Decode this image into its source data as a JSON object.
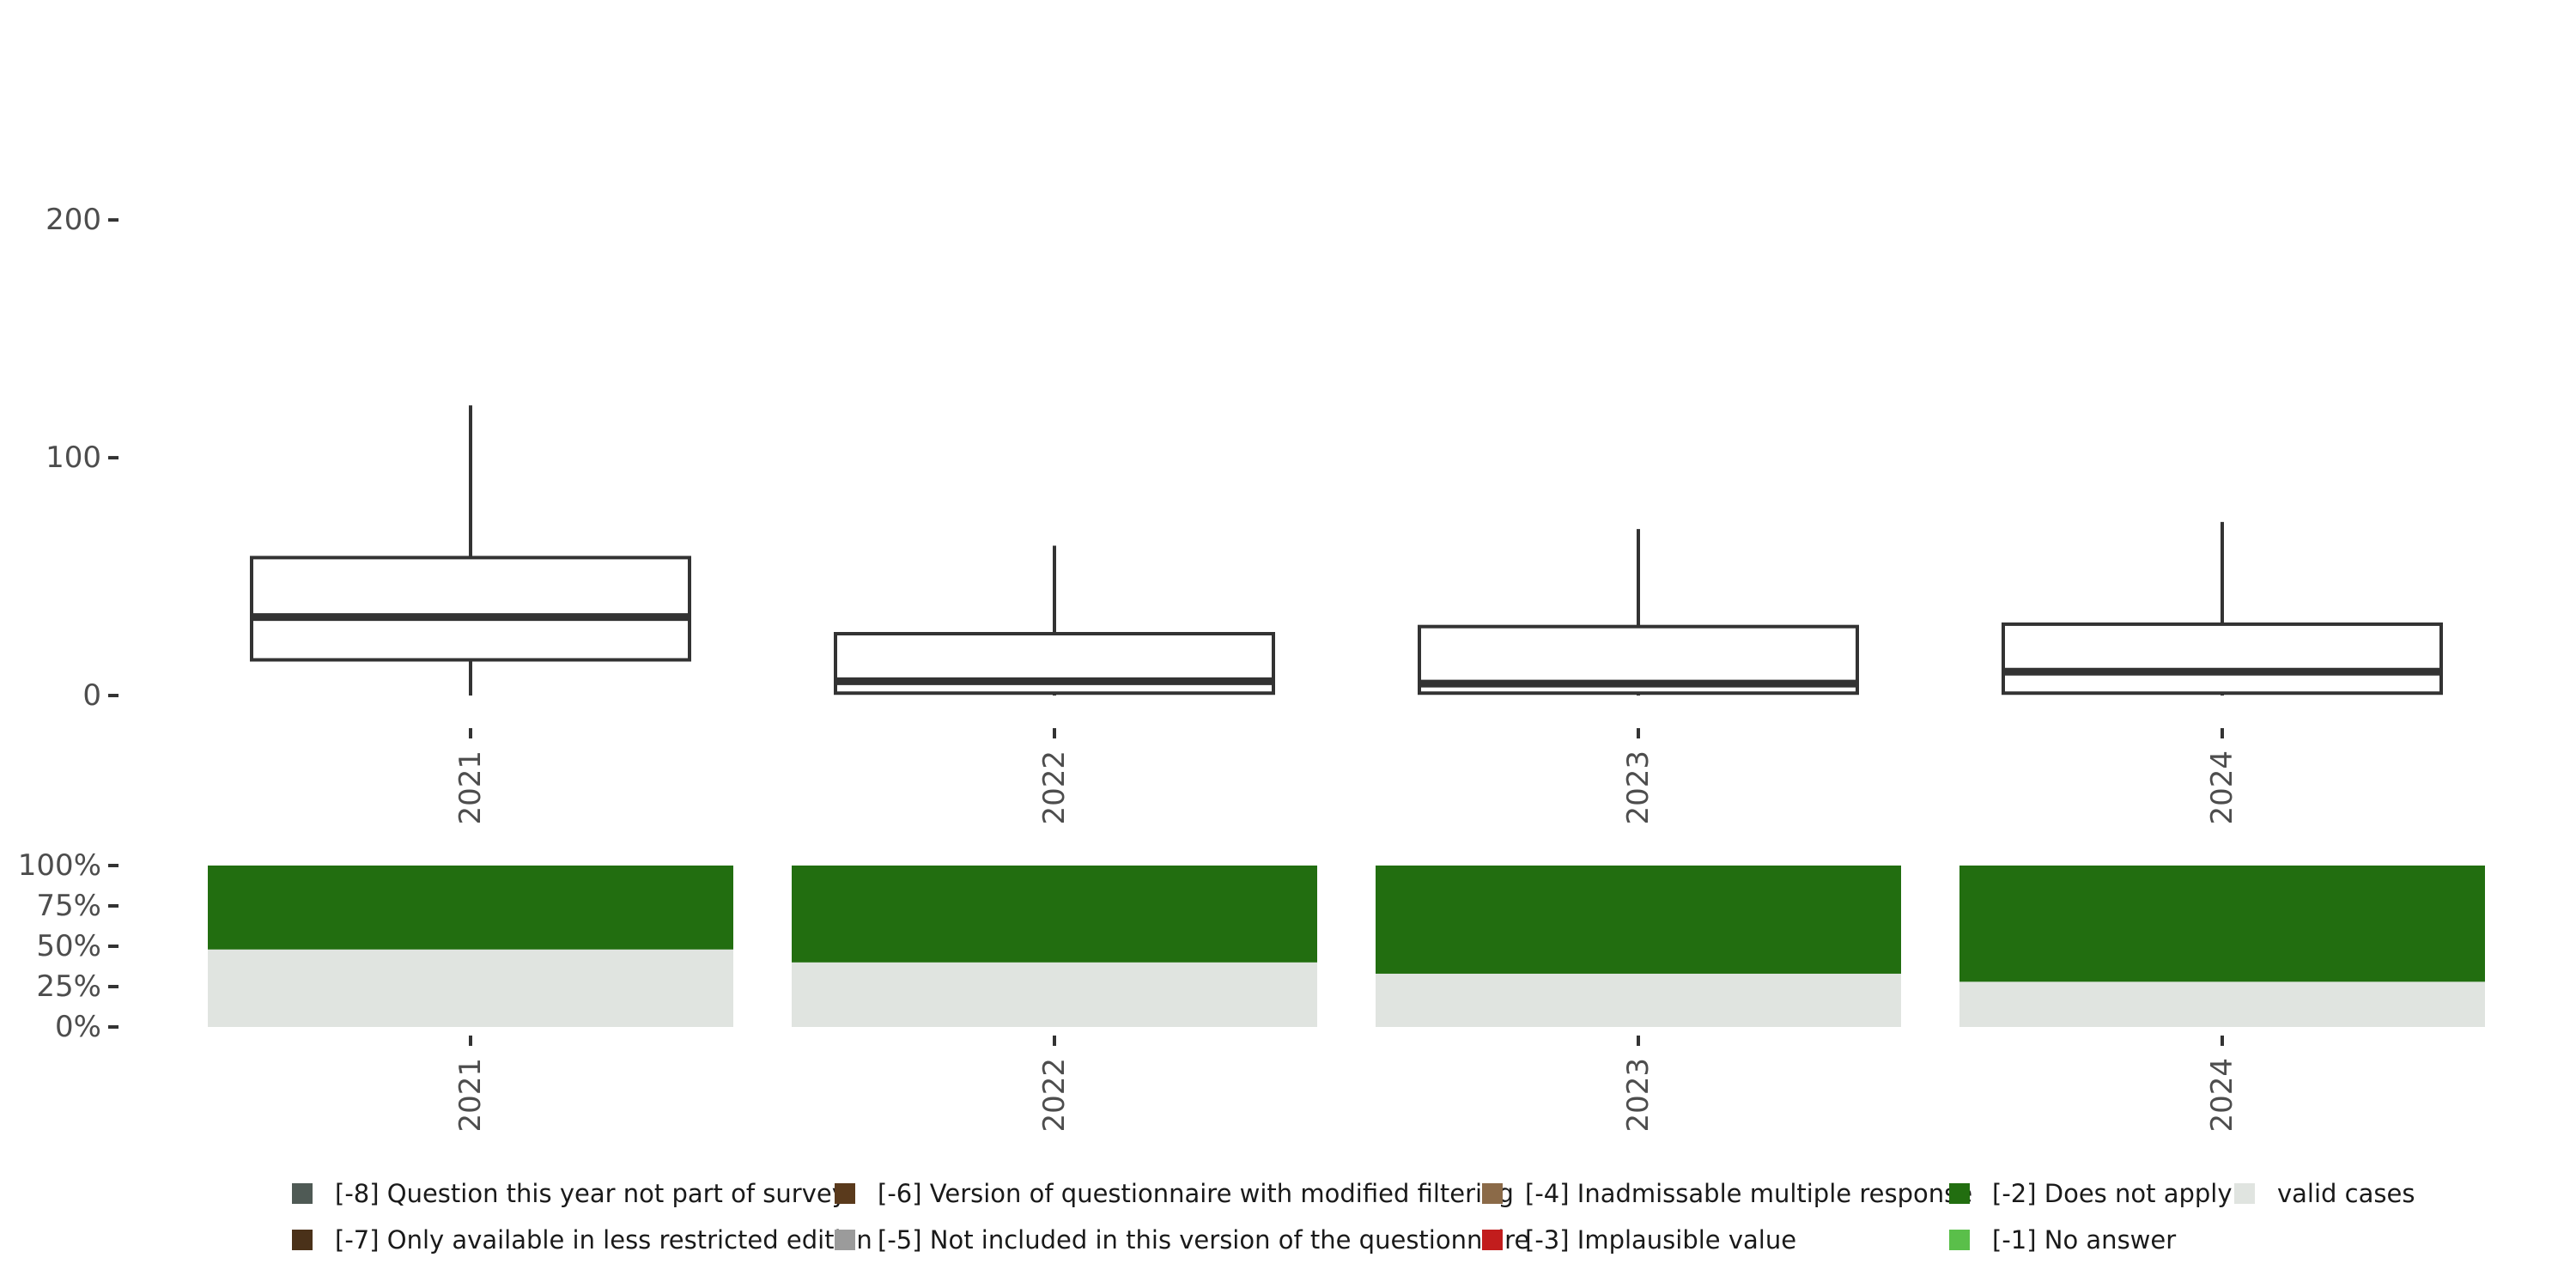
{
  "chart_data": [
    {
      "type": "box",
      "categories": [
        "2021",
        "2022",
        "2023",
        "2024"
      ],
      "ylim": [
        0,
        260
      ],
      "y_ticks": [
        0,
        100,
        200
      ],
      "boxes": [
        {
          "category": "2021",
          "whisker_low": 0,
          "q1": 15,
          "median": 33,
          "q3": 58,
          "whisker_high": 122
        },
        {
          "category": "2022",
          "whisker_low": 0,
          "q1": 1,
          "median": 6,
          "q3": 26,
          "whisker_high": 63
        },
        {
          "category": "2023",
          "whisker_low": 0,
          "q1": 1,
          "median": 5,
          "q3": 29,
          "whisker_high": 70
        },
        {
          "category": "2024",
          "whisker_low": 0,
          "q1": 1,
          "median": 10,
          "q3": 30,
          "whisker_high": 73
        }
      ],
      "colors": {
        "box_fill": "#ffffff",
        "box_stroke": "#333333"
      }
    },
    {
      "type": "bar",
      "stacked": true,
      "categories": [
        "2021",
        "2022",
        "2023",
        "2024"
      ],
      "y_ticks": [
        "0%",
        "25%",
        "50%",
        "75%",
        "100%"
      ],
      "ylim": [
        0,
        100
      ],
      "series": [
        {
          "name": "valid cases",
          "color": "#e0e4e0",
          "values": [
            48,
            40,
            33,
            28
          ]
        },
        {
          "name": "[-2] Does not apply",
          "color": "#226e10",
          "values": [
            52,
            60,
            67,
            72
          ]
        }
      ]
    }
  ],
  "legend": {
    "items": [
      {
        "label": "[-8] Question this year not part of survey",
        "color": "#4f5a55"
      },
      {
        "label": "[-7] Only available in less restricted edition",
        "color": "#4a3119"
      },
      {
        "label": "[-6] Version of questionnaire with modified filtering",
        "color": "#5a3a1c"
      },
      {
        "label": "[-5] Not included in this version of the questionnaire",
        "color": "#9b9b9b"
      },
      {
        "label": "[-4] Inadmissable multiple response",
        "color": "#8b6a48"
      },
      {
        "label": "[-3] Implausible value",
        "color": "#c21d1d"
      },
      {
        "label": "[-2] Does not apply",
        "color": "#226e10"
      },
      {
        "label": "[-1] No answer",
        "color": "#5abf4a"
      },
      {
        "label": "valid cases",
        "color": "#e0e4e0"
      }
    ]
  }
}
